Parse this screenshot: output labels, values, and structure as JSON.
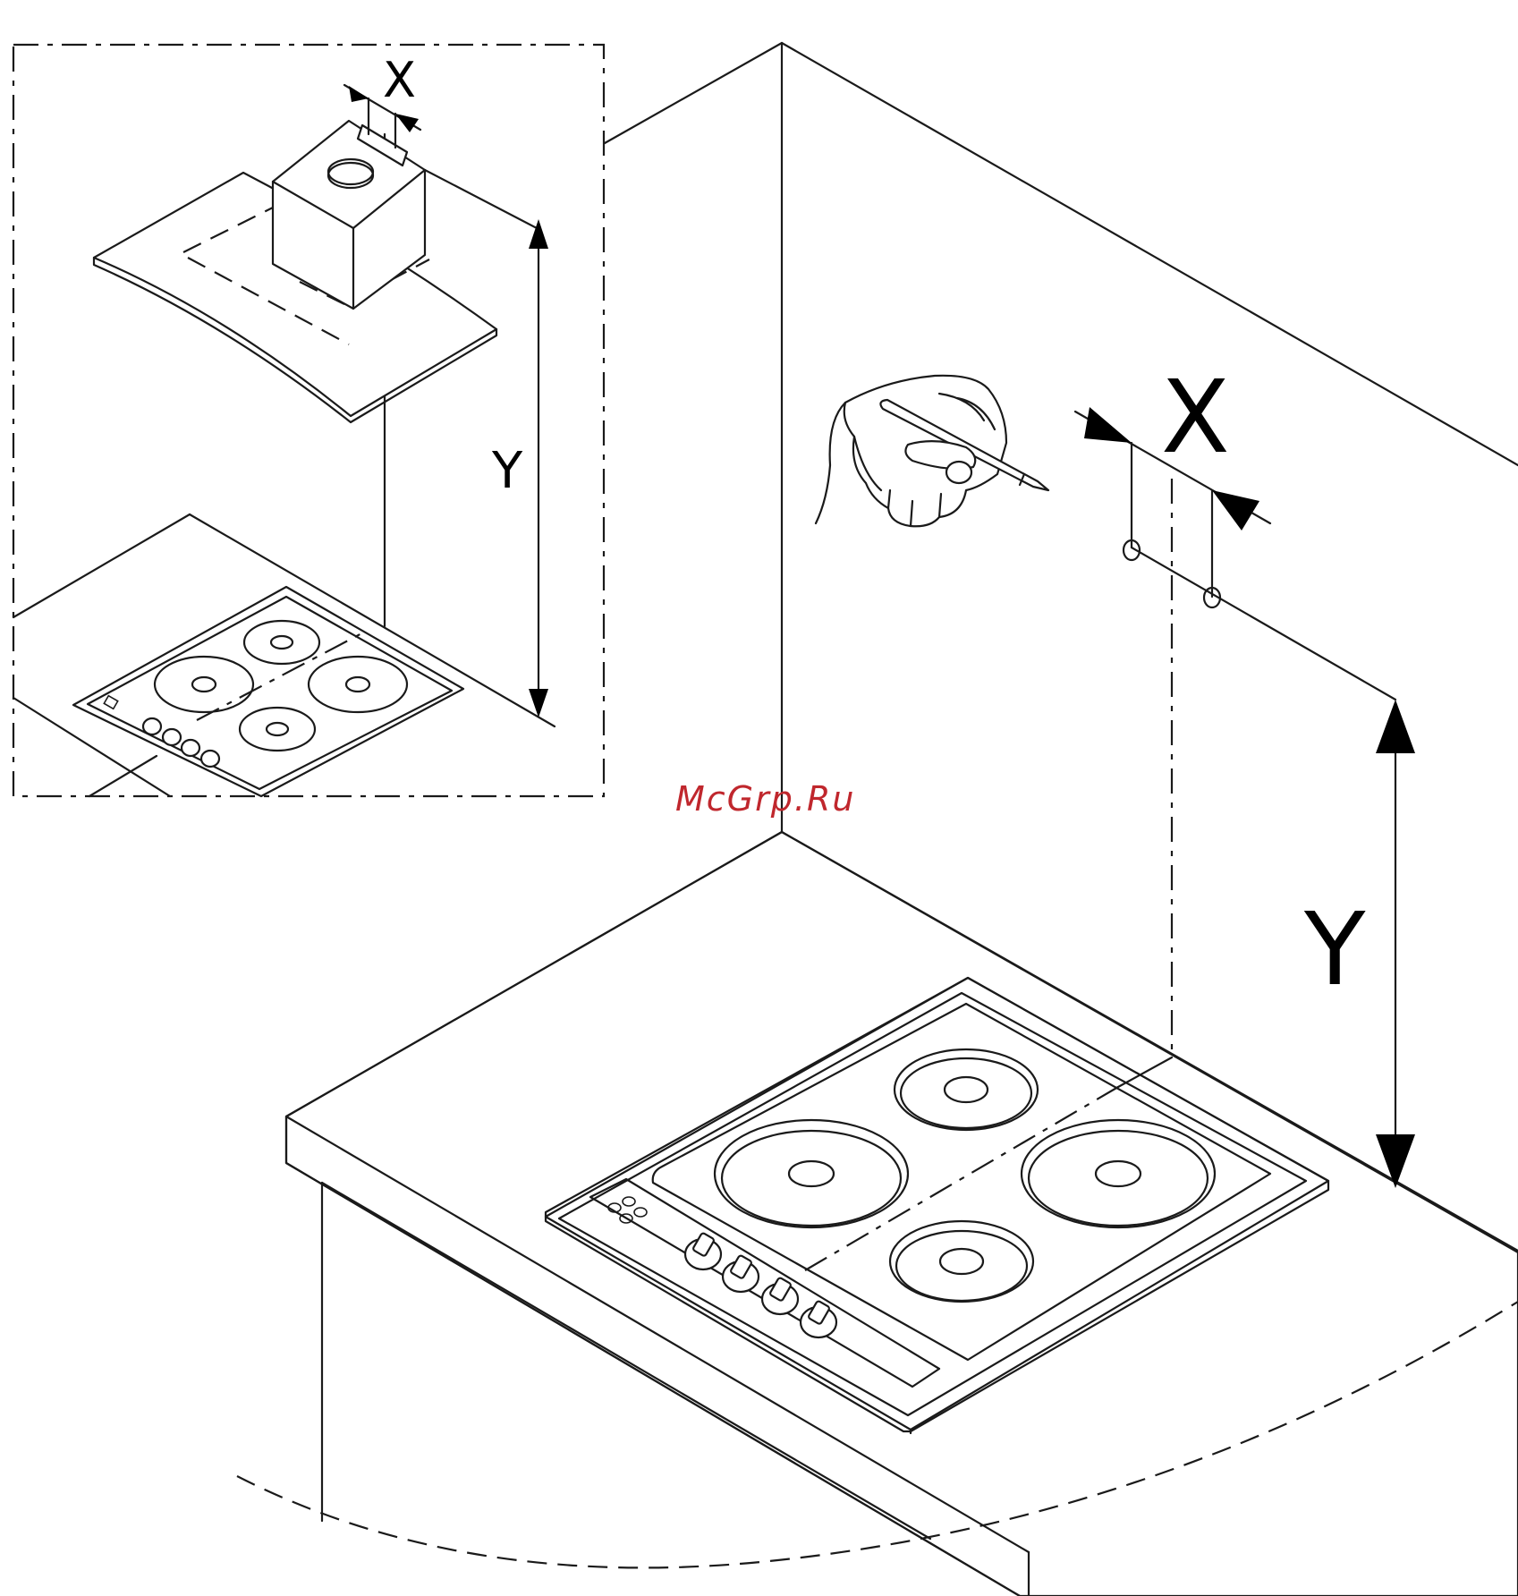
{
  "inset": {
    "dim_x_label": "X",
    "dim_y_label": "Y"
  },
  "main": {
    "dim_x_label": "X",
    "dim_y_label": "Y"
  },
  "watermark": {
    "text": "McGrp.Ru",
    "color": "#c0272d"
  },
  "colors": {
    "line": "#1a1a1a",
    "background": "#ffffff"
  },
  "icons": {
    "hand": "hand-with-pencil-icon"
  }
}
